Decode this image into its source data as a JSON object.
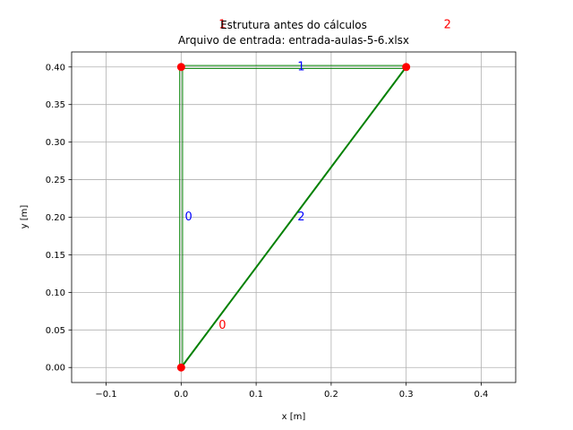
{
  "chart_data": {
    "type": "scatter",
    "title": "Estrutura antes do cálculos",
    "subtitle": "Arquivo de entrada: entrada-aulas-5-6.xlsx",
    "xlabel": "x [m]",
    "ylabel": "y [m]",
    "xlim": [
      -0.146,
      0.446
    ],
    "ylim": [
      -0.02,
      0.42
    ],
    "xticks": [
      {
        "value": -0.1,
        "label": "−0.1"
      },
      {
        "value": 0.0,
        "label": "0.0"
      },
      {
        "value": 0.1,
        "label": "0.1"
      },
      {
        "value": 0.2,
        "label": "0.2"
      },
      {
        "value": 0.3,
        "label": "0.3"
      },
      {
        "value": 0.4,
        "label": "0.4"
      }
    ],
    "yticks": [
      {
        "value": 0.0,
        "label": "0.00"
      },
      {
        "value": 0.05,
        "label": "0.05"
      },
      {
        "value": 0.1,
        "label": "0.10"
      },
      {
        "value": 0.15,
        "label": "0.15"
      },
      {
        "value": 0.2,
        "label": "0.20"
      },
      {
        "value": 0.25,
        "label": "0.25"
      },
      {
        "value": 0.3,
        "label": "0.30"
      },
      {
        "value": 0.35,
        "label": "0.35"
      },
      {
        "value": 0.4,
        "label": "0.40"
      }
    ],
    "grid": true,
    "node_color": "#ff0000",
    "element_color": "#008000",
    "element_label_color": "#0000ff",
    "nodes": [
      {
        "id": "0",
        "x": 0.0,
        "y": 0.0,
        "label_x": 0.055,
        "label_y": 0.056
      },
      {
        "id": "1",
        "x": 0.0,
        "y": 0.4,
        "label_x": 0.055,
        "label_y": 0.456
      },
      {
        "id": "2",
        "x": 0.3,
        "y": 0.4,
        "label_x": 0.355,
        "label_y": 0.456
      }
    ],
    "elements": [
      {
        "id": "0",
        "from": 0,
        "to": 1,
        "style": "outline",
        "label_x": 0.005,
        "label_y": 0.2
      },
      {
        "id": "1",
        "from": 1,
        "to": 2,
        "style": "outline",
        "label_x": 0.155,
        "label_y": 0.4
      },
      {
        "id": "2",
        "from": 0,
        "to": 2,
        "style": "solid",
        "label_x": 0.155,
        "label_y": 0.2
      }
    ]
  }
}
